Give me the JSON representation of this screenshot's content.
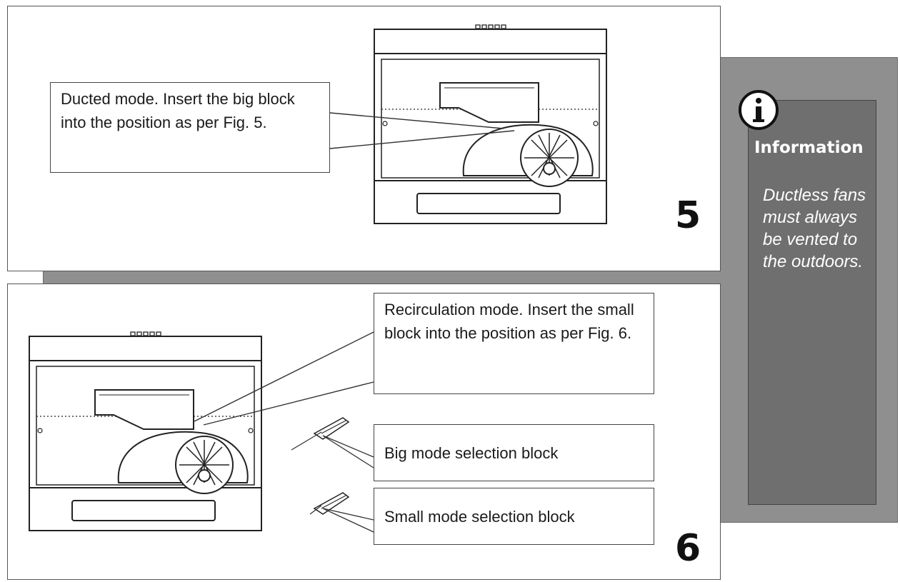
{
  "figures": [
    {
      "number": "5",
      "callouts": [
        "Ducted mode. Insert the big block into the position as per Fig. 5."
      ]
    },
    {
      "number": "6",
      "callouts": [
        "Recirculation mode. Insert the small block into the position as per Fig. 6.",
        "Big mode selection block",
        "Small mode selection block"
      ]
    }
  ],
  "info": {
    "icon": "info-icon",
    "title": "Information",
    "text": "Ductless fans must always be vented to the outdoors."
  }
}
